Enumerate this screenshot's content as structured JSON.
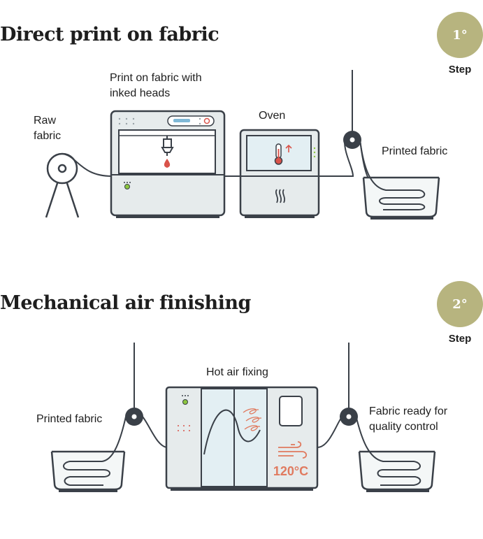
{
  "section1": {
    "title": "Direct print on fabric",
    "step_number": "1°",
    "step_label": "Step",
    "labels": {
      "raw_fabric_line1": "Raw",
      "raw_fabric_line2": "fabric",
      "print_line1": "Print on fabric with",
      "print_line2": "inked heads",
      "oven": "Oven",
      "printed_fabric": "Printed fabric"
    }
  },
  "section2": {
    "title": "Mechanical air finishing",
    "step_number": "2°",
    "step_label": "Step",
    "labels": {
      "printed_fabric": "Printed fabric",
      "hot_air_fixing": "Hot air fixing",
      "ready_line1": "Fabric ready for",
      "ready_line2": "quality control",
      "temperature": "120°C"
    }
  },
  "colors": {
    "outline": "#3a4048",
    "machine_fill": "#e6ebec",
    "panel_fill": "#f4f7f7",
    "window_fill": "#e3eff3",
    "accent_red": "#d9534a",
    "heat_orange": "#e07a5f",
    "led_green": "#8cc63f",
    "badge": "#b7b47f"
  },
  "icons": [
    "roller-icon",
    "print-head-icon",
    "ink-drop-icon",
    "thermometer-icon",
    "heat-waves-icon",
    "wind-icon"
  ]
}
